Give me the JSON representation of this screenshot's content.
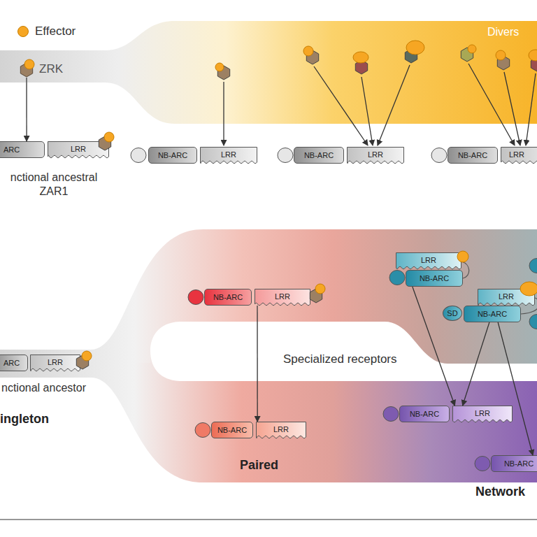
{
  "diagram": {
    "nodes": [
      {
        "text": [
          "ZRK"
        ]
      },
      {
        "text": [
          "ARC"
        ]
      },
      {
        "text": [
          "LRR"
        ]
      },
      {
        "text": [
          "NB-ARC"
        ]
      },
      {
        "text": [
          "LRR"
        ]
      },
      {
        "text": [
          "NB-ARC"
        ]
      },
      {
        "text": [
          "LRR"
        ]
      },
      {
        "text": [
          "NB-ARC"
        ]
      },
      {
        "text": [
          "LRR"
        ]
      },
      {
        "text": [
          "ARC"
        ]
      },
      {
        "text": [
          "LRR"
        ]
      },
      {
        "text": [
          "NB-ARC"
        ]
      },
      {
        "text": [
          "LRR"
        ]
      },
      {
        "text": [
          "LRR"
        ]
      },
      {
        "text": [
          "NB-ARC"
        ]
      },
      {
        "text": [
          "LRR"
        ]
      },
      {
        "text": [
          "SD"
        ]
      },
      {
        "text": [
          "NB-ARC"
        ]
      },
      {
        "text": [
          "NB-ARC"
        ]
      },
      {
        "text": [
          "LRR"
        ]
      },
      {
        "text": [
          "NB-ARC"
        ]
      },
      {
        "text": [
          "LRR"
        ]
      },
      {
        "text": [
          "NB-ARC"
        ]
      }
    ],
    "edges": [
      {
        "from": 0,
        "to": 1,
        "arrow": "to"
      },
      {
        "from": 12,
        "to": 19,
        "arrow": "to"
      },
      {
        "from": 14,
        "to": 21,
        "arrow": "to"
      },
      {
        "from": 17,
        "to": 21,
        "arrow": "to"
      },
      {
        "from": 17,
        "to": 22,
        "arrow": "to"
      }
    ],
    "labels": [
      "Divers",
      "nctional ancestral ZAR1",
      "nctional ancestor",
      "ingleton",
      "Specialized receptors",
      "Paired",
      "Network"
    ],
    "legend": [
      {
        "text": "Effector",
        "color": "#f6a623"
      }
    ]
  }
}
